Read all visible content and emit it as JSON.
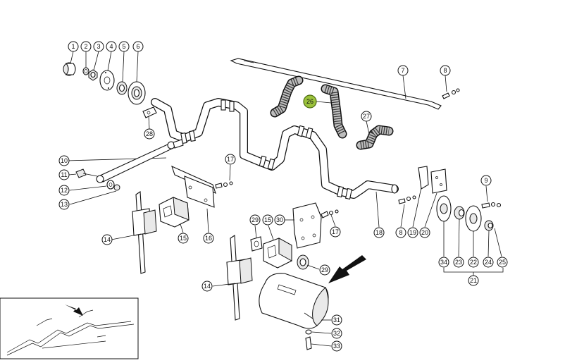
{
  "callouts": [
    {
      "id": "c1",
      "label": "1"
    },
    {
      "id": "c2",
      "label": "2"
    },
    {
      "id": "c3",
      "label": "3"
    },
    {
      "id": "c4",
      "label": "4"
    },
    {
      "id": "c5",
      "label": "5"
    },
    {
      "id": "c6",
      "label": "6"
    },
    {
      "id": "c7",
      "label": "7"
    },
    {
      "id": "c8a",
      "label": "8"
    },
    {
      "id": "c8b",
      "label": "8"
    },
    {
      "id": "c9",
      "label": "9"
    },
    {
      "id": "c10",
      "label": "10"
    },
    {
      "id": "c11",
      "label": "11"
    },
    {
      "id": "c12",
      "label": "12"
    },
    {
      "id": "c13",
      "label": "13"
    },
    {
      "id": "c14a",
      "label": "14"
    },
    {
      "id": "c14b",
      "label": "14"
    },
    {
      "id": "c15a",
      "label": "15"
    },
    {
      "id": "c15b",
      "label": "15"
    },
    {
      "id": "c16",
      "label": "16"
    },
    {
      "id": "c17a",
      "label": "17"
    },
    {
      "id": "c17b",
      "label": "17"
    },
    {
      "id": "c18",
      "label": "18"
    },
    {
      "id": "c19",
      "label": "19"
    },
    {
      "id": "c20",
      "label": "20"
    },
    {
      "id": "c21",
      "label": "21"
    },
    {
      "id": "c22",
      "label": "22"
    },
    {
      "id": "c23",
      "label": "23"
    },
    {
      "id": "c24",
      "label": "24"
    },
    {
      "id": "c25",
      "label": "25"
    },
    {
      "id": "c26",
      "label": "26",
      "highlight": true
    },
    {
      "id": "c27",
      "label": "27"
    },
    {
      "id": "c28",
      "label": "28"
    },
    {
      "id": "c29a",
      "label": "29"
    },
    {
      "id": "c29b",
      "label": "29"
    },
    {
      "id": "c30",
      "label": "30"
    },
    {
      "id": "c31",
      "label": "31"
    },
    {
      "id": "c32",
      "label": "32"
    },
    {
      "id": "c33",
      "label": "33"
    },
    {
      "id": "c34",
      "label": "34"
    }
  ],
  "colors": {
    "highlight": "#9bc23c",
    "line": "#111111",
    "background": "#ffffff"
  }
}
